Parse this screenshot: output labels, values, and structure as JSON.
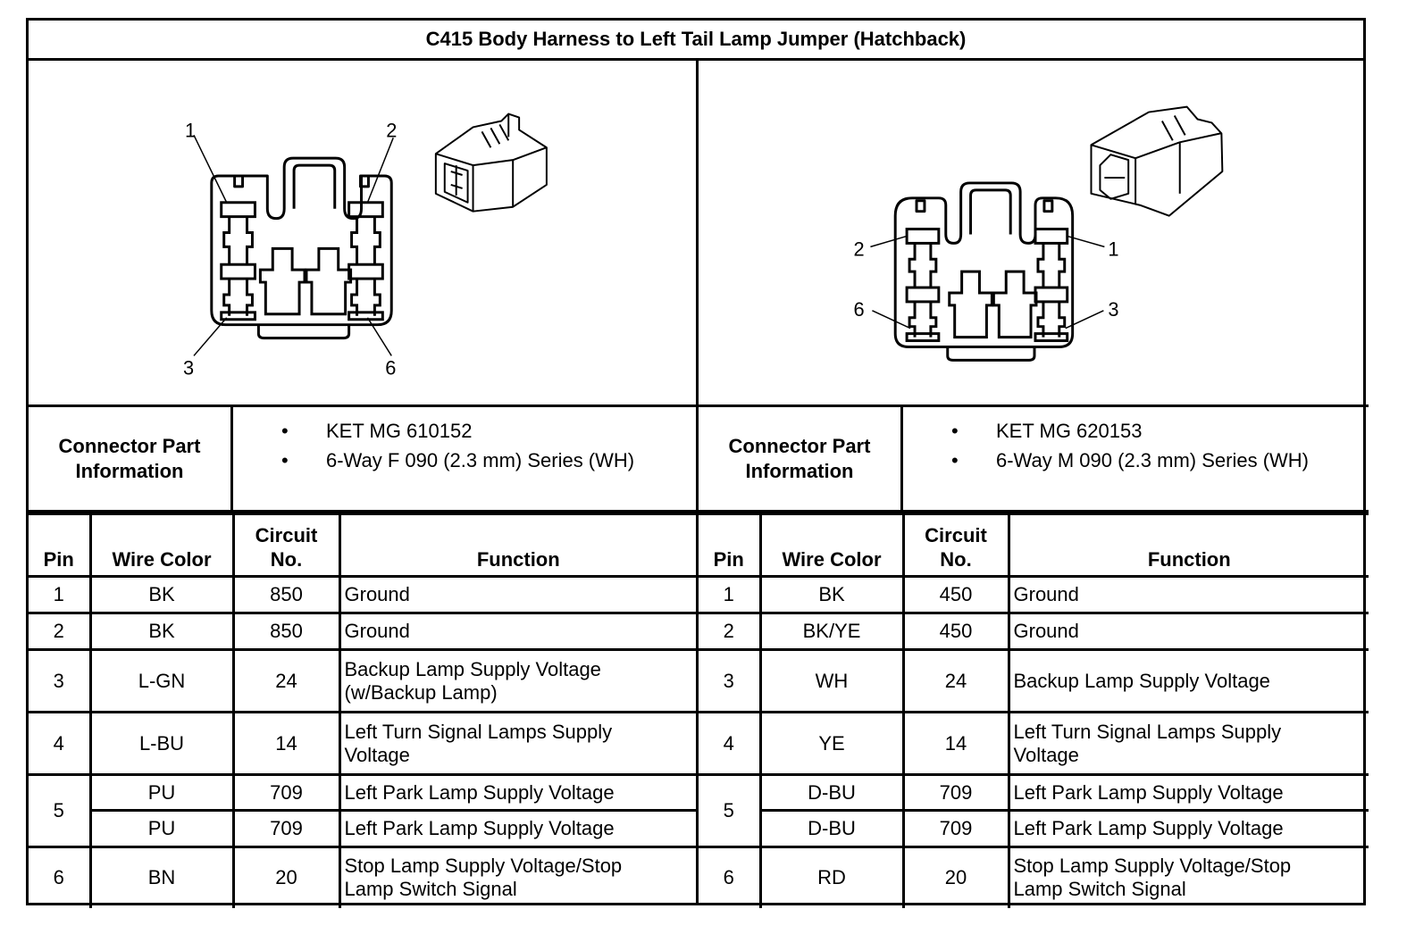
{
  "title": "C415 Body Harness to Left Tail Lamp Jumper (Hatchback)",
  "connectors": [
    {
      "side": "left",
      "callouts": [
        "1",
        "2",
        "3",
        "6"
      ],
      "part_info_label_line1": "Connector Part",
      "part_info_label_line2": "Information",
      "part_info": [
        "KET MG 610152",
        "6-Way F 090 (2.3 mm) Series (WH)"
      ],
      "headers": {
        "pin": "Pin",
        "wire_color": "Wire Color",
        "circuit_line1": "Circuit",
        "circuit_line2": "No.",
        "function": "Function"
      },
      "rows": [
        {
          "pin": "1",
          "wire": "BK",
          "circuit": "850",
          "func1": "Ground",
          "func2": ""
        },
        {
          "pin": "2",
          "wire": "BK",
          "circuit": "850",
          "func1": "Ground",
          "func2": ""
        },
        {
          "pin": "3",
          "wire": "L-GN",
          "circuit": "24",
          "func1": "Backup Lamp Supply Voltage",
          "func2": "(w/Backup Lamp)"
        },
        {
          "pin": "4",
          "wire": "L-BU",
          "circuit": "14",
          "func1": "Left Turn Signal Lamps Supply",
          "func2": "Voltage"
        },
        {
          "pin": "5",
          "wire": "PU",
          "circuit": "709",
          "func1": "Left Park Lamp Supply Voltage",
          "func2": ""
        },
        {
          "pin": "",
          "wire": "PU",
          "circuit": "709",
          "func1": "Left Park Lamp Supply Voltage",
          "func2": ""
        },
        {
          "pin": "6",
          "wire": "BN",
          "circuit": "20",
          "func1": "Stop Lamp Supply Voltage/Stop",
          "func2": "Lamp Switch Signal"
        }
      ]
    },
    {
      "side": "right",
      "callouts": [
        "1",
        "2",
        "3",
        "6"
      ],
      "part_info_label_line1": "Connector Part",
      "part_info_label_line2": "Information",
      "part_info": [
        "KET MG 620153",
        "6-Way M 090 (2.3 mm) Series (WH)"
      ],
      "headers": {
        "pin": "Pin",
        "wire_color": "Wire Color",
        "circuit_line1": "Circuit",
        "circuit_line2": "No.",
        "function": "Function"
      },
      "rows": [
        {
          "pin": "1",
          "wire": "BK",
          "circuit": "450",
          "func1": "Ground",
          "func2": ""
        },
        {
          "pin": "2",
          "wire": "BK/YE",
          "circuit": "450",
          "func1": "Ground",
          "func2": ""
        },
        {
          "pin": "3",
          "wire": "WH",
          "circuit": "24",
          "func1": "Backup Lamp Supply Voltage",
          "func2": ""
        },
        {
          "pin": "4",
          "wire": "YE",
          "circuit": "14",
          "func1": "Left Turn Signal Lamps Supply",
          "func2": "Voltage"
        },
        {
          "pin": "5",
          "wire": "D-BU",
          "circuit": "709",
          "func1": "Left Park Lamp Supply Voltage",
          "func2": ""
        },
        {
          "pin": "",
          "wire": "D-BU",
          "circuit": "709",
          "func1": "Left Park Lamp Supply Voltage",
          "func2": ""
        },
        {
          "pin": "6",
          "wire": "RD",
          "circuit": "20",
          "func1": "Stop Lamp Supply Voltage/Stop",
          "func2": "Lamp Switch Signal"
        }
      ]
    }
  ]
}
